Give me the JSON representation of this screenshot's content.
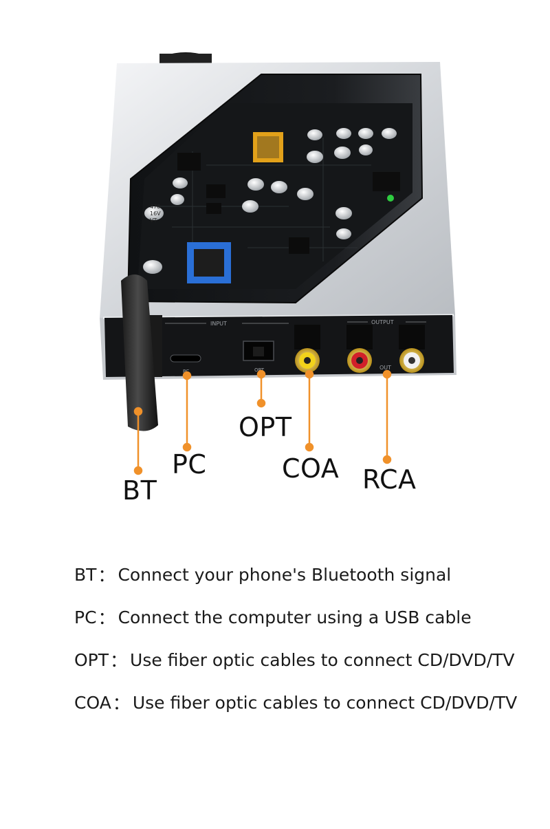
{
  "device": {
    "panel_labels": {
      "input": "INPUT",
      "output": "OUTPUT",
      "pc": "PC",
      "opt": "OPT",
      "out": "OUT"
    },
    "cap_labels": [
      "470",
      "16V",
      "VT"
    ]
  },
  "callouts": {
    "bt": "BT",
    "pc": "PC",
    "opt": "OPT",
    "coa": "COA",
    "rca": "RCA"
  },
  "descriptions": [
    {
      "term": "BT",
      "sep": "：",
      "text": "Connect your phone's Bluetooth signal"
    },
    {
      "term": "PC",
      "sep": "：",
      "text": "Connect the computer using a USB cable"
    },
    {
      "term": "OPT",
      "sep": "：",
      "text": "Use fiber optic cables to connect CD/DVD/TV"
    },
    {
      "term": "COA",
      "sep": "：",
      "text": "Use fiber optic cables to connect CD/DVD/TV"
    }
  ],
  "colors": {
    "leader": "#f0912a",
    "body_silver": "#d9dbde",
    "rca_yellow": "#f2d21b",
    "rca_red": "#d1202a",
    "rca_white": "#f2f2f2"
  }
}
